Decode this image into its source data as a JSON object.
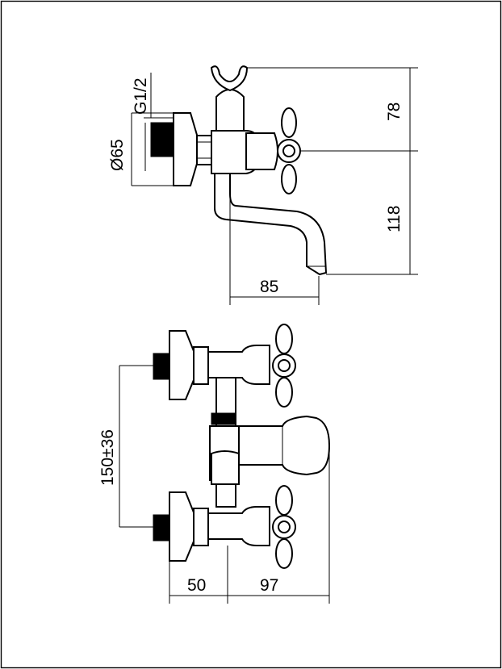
{
  "drawing": {
    "side_view": {
      "dim_thread": "G1/2",
      "dim_diameter": "Ø65",
      "dim_top_height": "78",
      "dim_bottom_height": "118",
      "dim_spout_reach": "85"
    },
    "front_view": {
      "dim_center_distance": "150±36",
      "dim_wall_depth": "50",
      "dim_body_depth": "97"
    }
  }
}
